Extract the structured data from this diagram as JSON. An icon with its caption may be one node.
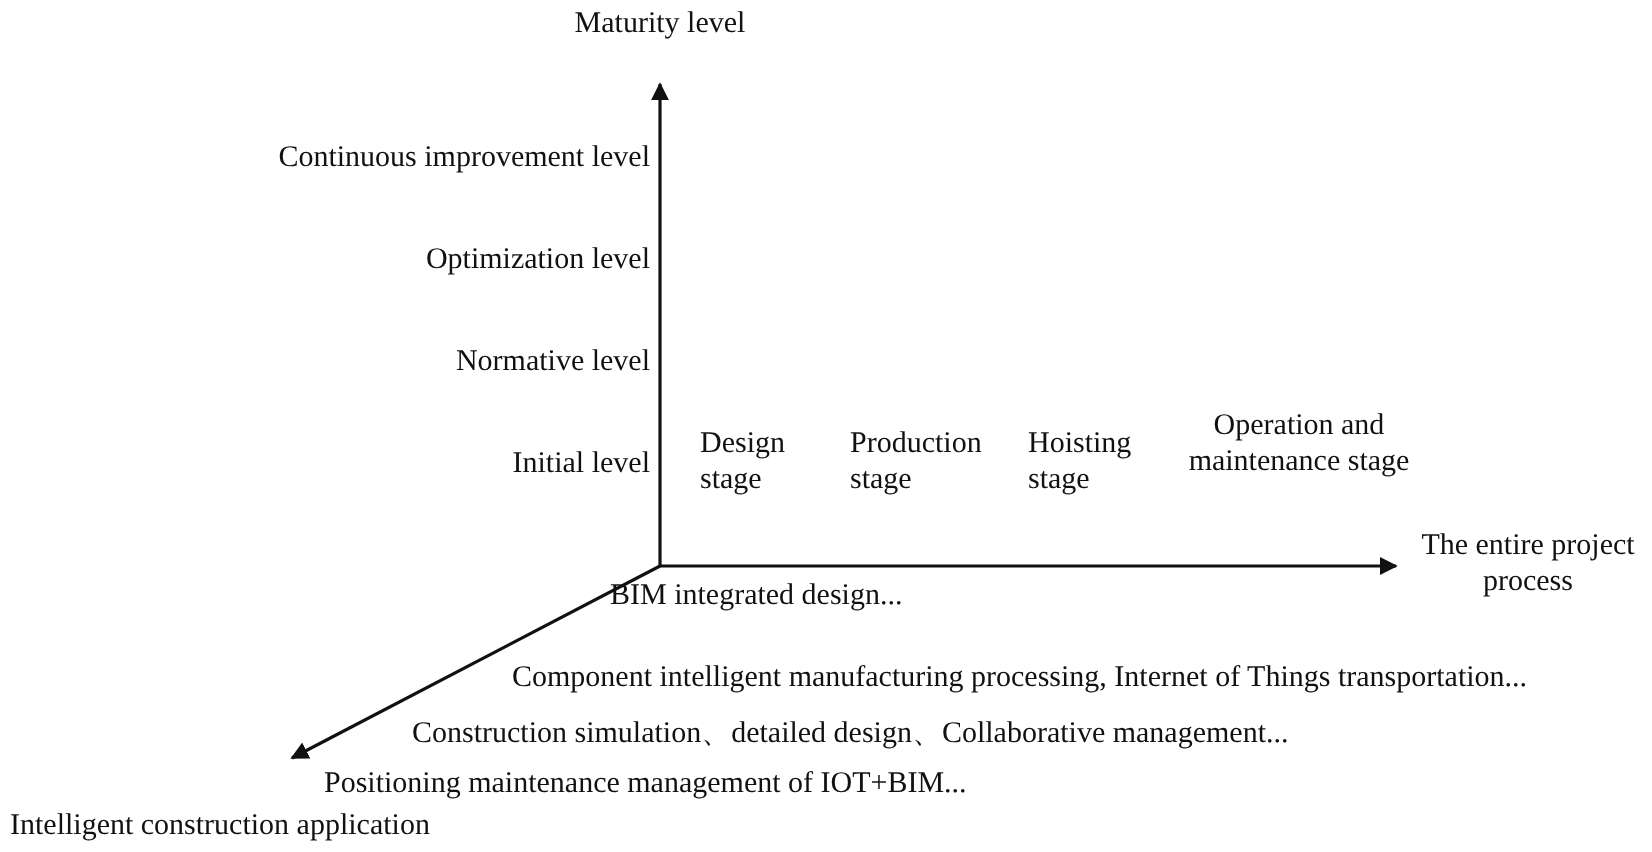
{
  "diagram": {
    "labels": [
      "Maturity level",
      "Continuous improvement level",
      "Optimization level",
      "Normative level",
      "Initial level",
      "Design stage",
      "Production stage",
      "Hoisting stage",
      "Operation and maintenance stage",
      "The entire project process",
      "BIM integrated design...",
      "Component intelligent manufacturing processing, Internet of Things transportation...",
      "Construction simulation、detailed design、Collaborative management...",
      "Positioning maintenance management of IOT+BIM...",
      "Intelligent construction application"
    ]
  }
}
